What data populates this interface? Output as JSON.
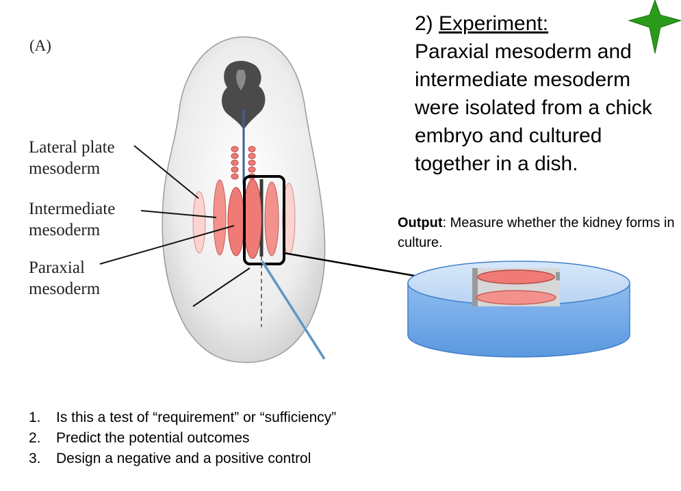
{
  "panel_letter": "(A)",
  "labels": {
    "lateral_plate": [
      "Lateral plate",
      "mesoderm"
    ],
    "intermediate": [
      "Intermediate",
      "mesoderm"
    ],
    "paraxial": [
      "Paraxial",
      "mesoderm"
    ]
  },
  "experiment": {
    "heading_prefix": "2) ",
    "heading": "Experiment:",
    "lines": [
      "Paraxial mesoderm and",
      "intermediate mesoderm",
      "were isolated from a chick",
      "embryo and cultured",
      "together in a dish."
    ]
  },
  "output": {
    "label": "Output",
    "text": ": Measure whether the kidney forms in culture."
  },
  "questions": [
    {
      "num": "1.",
      "text": "Is this a test of “requirement” or “sufficiency”"
    },
    {
      "num": "2.",
      "text": "Predict the potential outcomes"
    },
    {
      "num": "3.",
      "text": "Design a negative and a positive control"
    }
  ],
  "colors": {
    "tissue_dark": "#f07a75",
    "tissue_light": "#fbd3d0",
    "dish_blue": "#6fa8e6",
    "star_green": "#2a9a1a"
  }
}
